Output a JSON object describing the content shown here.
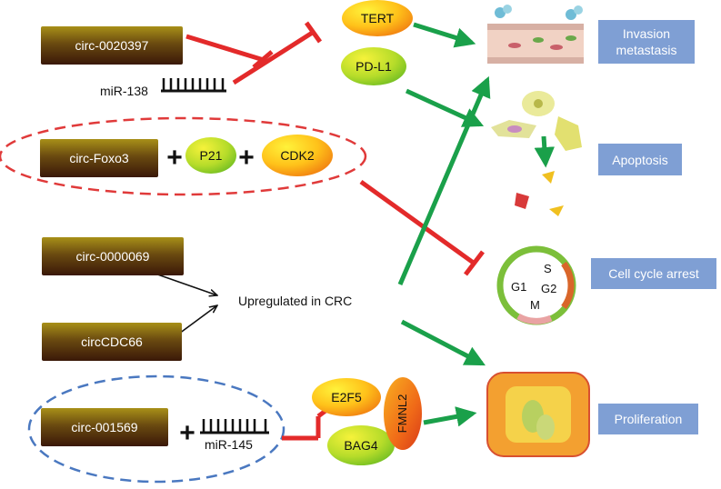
{
  "circ_boxes": {
    "c1": "circ-0020397",
    "c2": "circ-Foxo3",
    "c3": "circ-0000069",
    "c4": "circCDC66",
    "c5": "circ-001569"
  },
  "mirnas": {
    "m138": "miR-138",
    "m145": "miR-145"
  },
  "proteins": {
    "tert": "TERT",
    "pdl1": "PD-L1",
    "p21": "P21",
    "cdk2": "CDK2",
    "e2f5": "E2F5",
    "bag4": "BAG4",
    "fmnl2": "FMNL2"
  },
  "plus_sign": "+",
  "center_label": "Upregulated in CRC",
  "outcomes": {
    "invasion_line1": "Invasion",
    "invasion_line2": "metastasis",
    "apoptosis": "Apoptosis",
    "cellcycle": "Cell cycle arrest",
    "proliferation": "Proliferation"
  },
  "cell_cycle_phases": {
    "g1": "G1",
    "s": "S",
    "g2": "G2",
    "m": "M"
  },
  "colors": {
    "inhibit_red": "#e32a2a",
    "activate_green": "#1aa04a",
    "dashed_red": "#e03a3a",
    "dashed_blue": "#4a78c0",
    "outcome_box": "#7f9fd4",
    "circ_box_top": "#a28a12",
    "circ_box_bottom": "#3c1c08"
  }
}
